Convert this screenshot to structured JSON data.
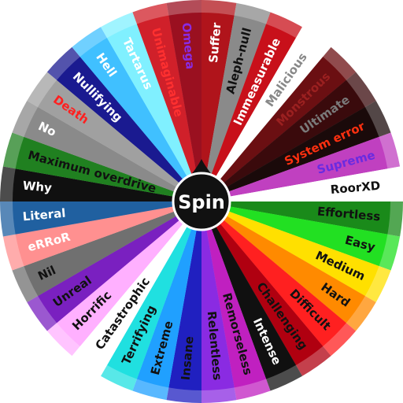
{
  "spin_button": {
    "label": "Spin"
  },
  "segments": [
    {
      "label": "Suffer",
      "color": "#b0141b",
      "text_color": "#ffffff"
    },
    {
      "label": "Aleph-null",
      "color": "#8a8a8a",
      "text_color": "#111111"
    },
    {
      "label": "Immeasurable",
      "color": "#c8101a",
      "text_color": "#ffffff"
    },
    {
      "label": "Malicious",
      "color": "#ffffff",
      "text_color": "#888888"
    },
    {
      "label": "Monstrous",
      "color": "#6b0f12",
      "text_color": "#9b2020"
    },
    {
      "label": "Ultimate",
      "color": "#3a0a0c",
      "text_color": "#7a7a7a"
    },
    {
      "label": "System error",
      "color": "#1a0a0a",
      "text_color": "#ff3010"
    },
    {
      "label": "Supreme",
      "color": "#c040c0",
      "text_color": "#6a2be0"
    },
    {
      "label": "RoorXD",
      "color": "#ffffff",
      "text_color": "#111111"
    },
    {
      "label": "Effortless",
      "color": "#1a8a1a",
      "text_color": "#111111"
    },
    {
      "label": "Easy",
      "color": "#22e022",
      "text_color": "#111111"
    },
    {
      "label": "Medium",
      "color": "#ffe000",
      "text_color": "#111111"
    },
    {
      "label": "Hard",
      "color": "#ff8a00",
      "text_color": "#111111"
    },
    {
      "label": "Difficult",
      "color": "#ff2020",
      "text_color": "#111111"
    },
    {
      "label": "Challenging",
      "color": "#b00010",
      "text_color": "#111111"
    },
    {
      "label": "Intense",
      "color": "#101010",
      "text_color": "#ffffff"
    },
    {
      "label": "Remorseless",
      "color": "#c020c0",
      "text_color": "#111111"
    },
    {
      "label": "Relentless",
      "color": "#8a2be2",
      "text_color": "#111111"
    },
    {
      "label": "Insane",
      "color": "#2020c0",
      "text_color": "#111111"
    },
    {
      "label": "Extreme",
      "color": "#20a0ff",
      "text_color": "#111111"
    },
    {
      "label": "Terrifying",
      "color": "#20e0e0",
      "text_color": "#111111"
    },
    {
      "label": "Catastrophic",
      "color": "#ffffff",
      "text_color": "#111111"
    },
    {
      "label": "Horrific",
      "color": "#ffb0ff",
      "text_color": "#111111"
    },
    {
      "label": "Unreal",
      "color": "#7a20c0",
      "text_color": "#111111"
    },
    {
      "label": "Nil",
      "color": "#707070",
      "text_color": "#111111"
    },
    {
      "label": "eRRoR",
      "color": "#ff9090",
      "text_color": "#ffffff"
    },
    {
      "label": "Literal",
      "color": "#2060a0",
      "text_color": "#ffffff"
    },
    {
      "label": "Why",
      "color": "#101010",
      "text_color": "#ffffff"
    },
    {
      "label": "Maximum overdrive",
      "color": "#208020",
      "text_color": "#111111"
    },
    {
      "label": "No",
      "color": "#8a8a8a",
      "text_color": "#ffffff"
    },
    {
      "label": "Death",
      "color": "#a0a0a0",
      "text_color": "#ff2020"
    },
    {
      "label": "Nullifying",
      "color": "#1a1a90",
      "text_color": "#ffffff"
    },
    {
      "label": "Hell",
      "color": "#40c0ff",
      "text_color": "#ffffff"
    },
    {
      "label": "Tartarus",
      "color": "#80f0ff",
      "text_color": "#ffffff"
    },
    {
      "label": "Unimaginable",
      "color": "#d0202a",
      "text_color": "#ff3030"
    },
    {
      "label": "Omega",
      "color": "#9a1020",
      "text_color": "#8a2be2"
    }
  ]
}
